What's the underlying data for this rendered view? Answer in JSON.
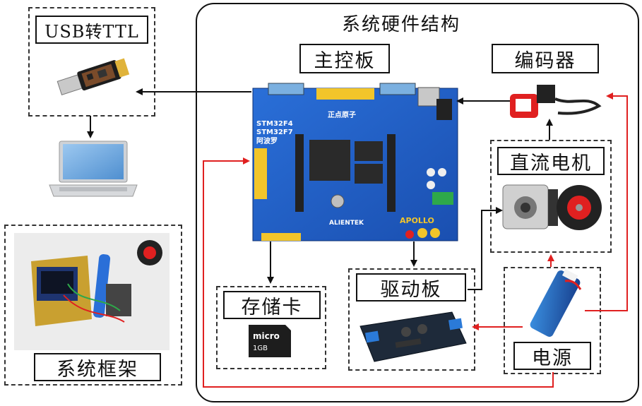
{
  "labels": {
    "hardware_structure": "系统硬件结构",
    "usb_ttl": "USB转TTL",
    "main_board": "主控板",
    "encoder": "编码器",
    "dc_motor": "直流电机",
    "storage_card": "存储卡",
    "driver_board": "驱动板",
    "power_supply": "电源",
    "system_frame": "系统框架"
  },
  "board_text": {
    "brand_cn": "正点原子",
    "model_line1": "STM32F4",
    "model_line2": "STM32F7",
    "model_line3": "阿波罗",
    "maker": "ALIENTEK",
    "name": "APOLLO"
  },
  "sd_card": {
    "brand": "micro",
    "capacity": "1GB"
  },
  "colors": {
    "board_blue": "#1f5fc8",
    "header_yellow": "#f2c52a",
    "arrow_red": "#e02020",
    "arrow_black": "#111111"
  }
}
